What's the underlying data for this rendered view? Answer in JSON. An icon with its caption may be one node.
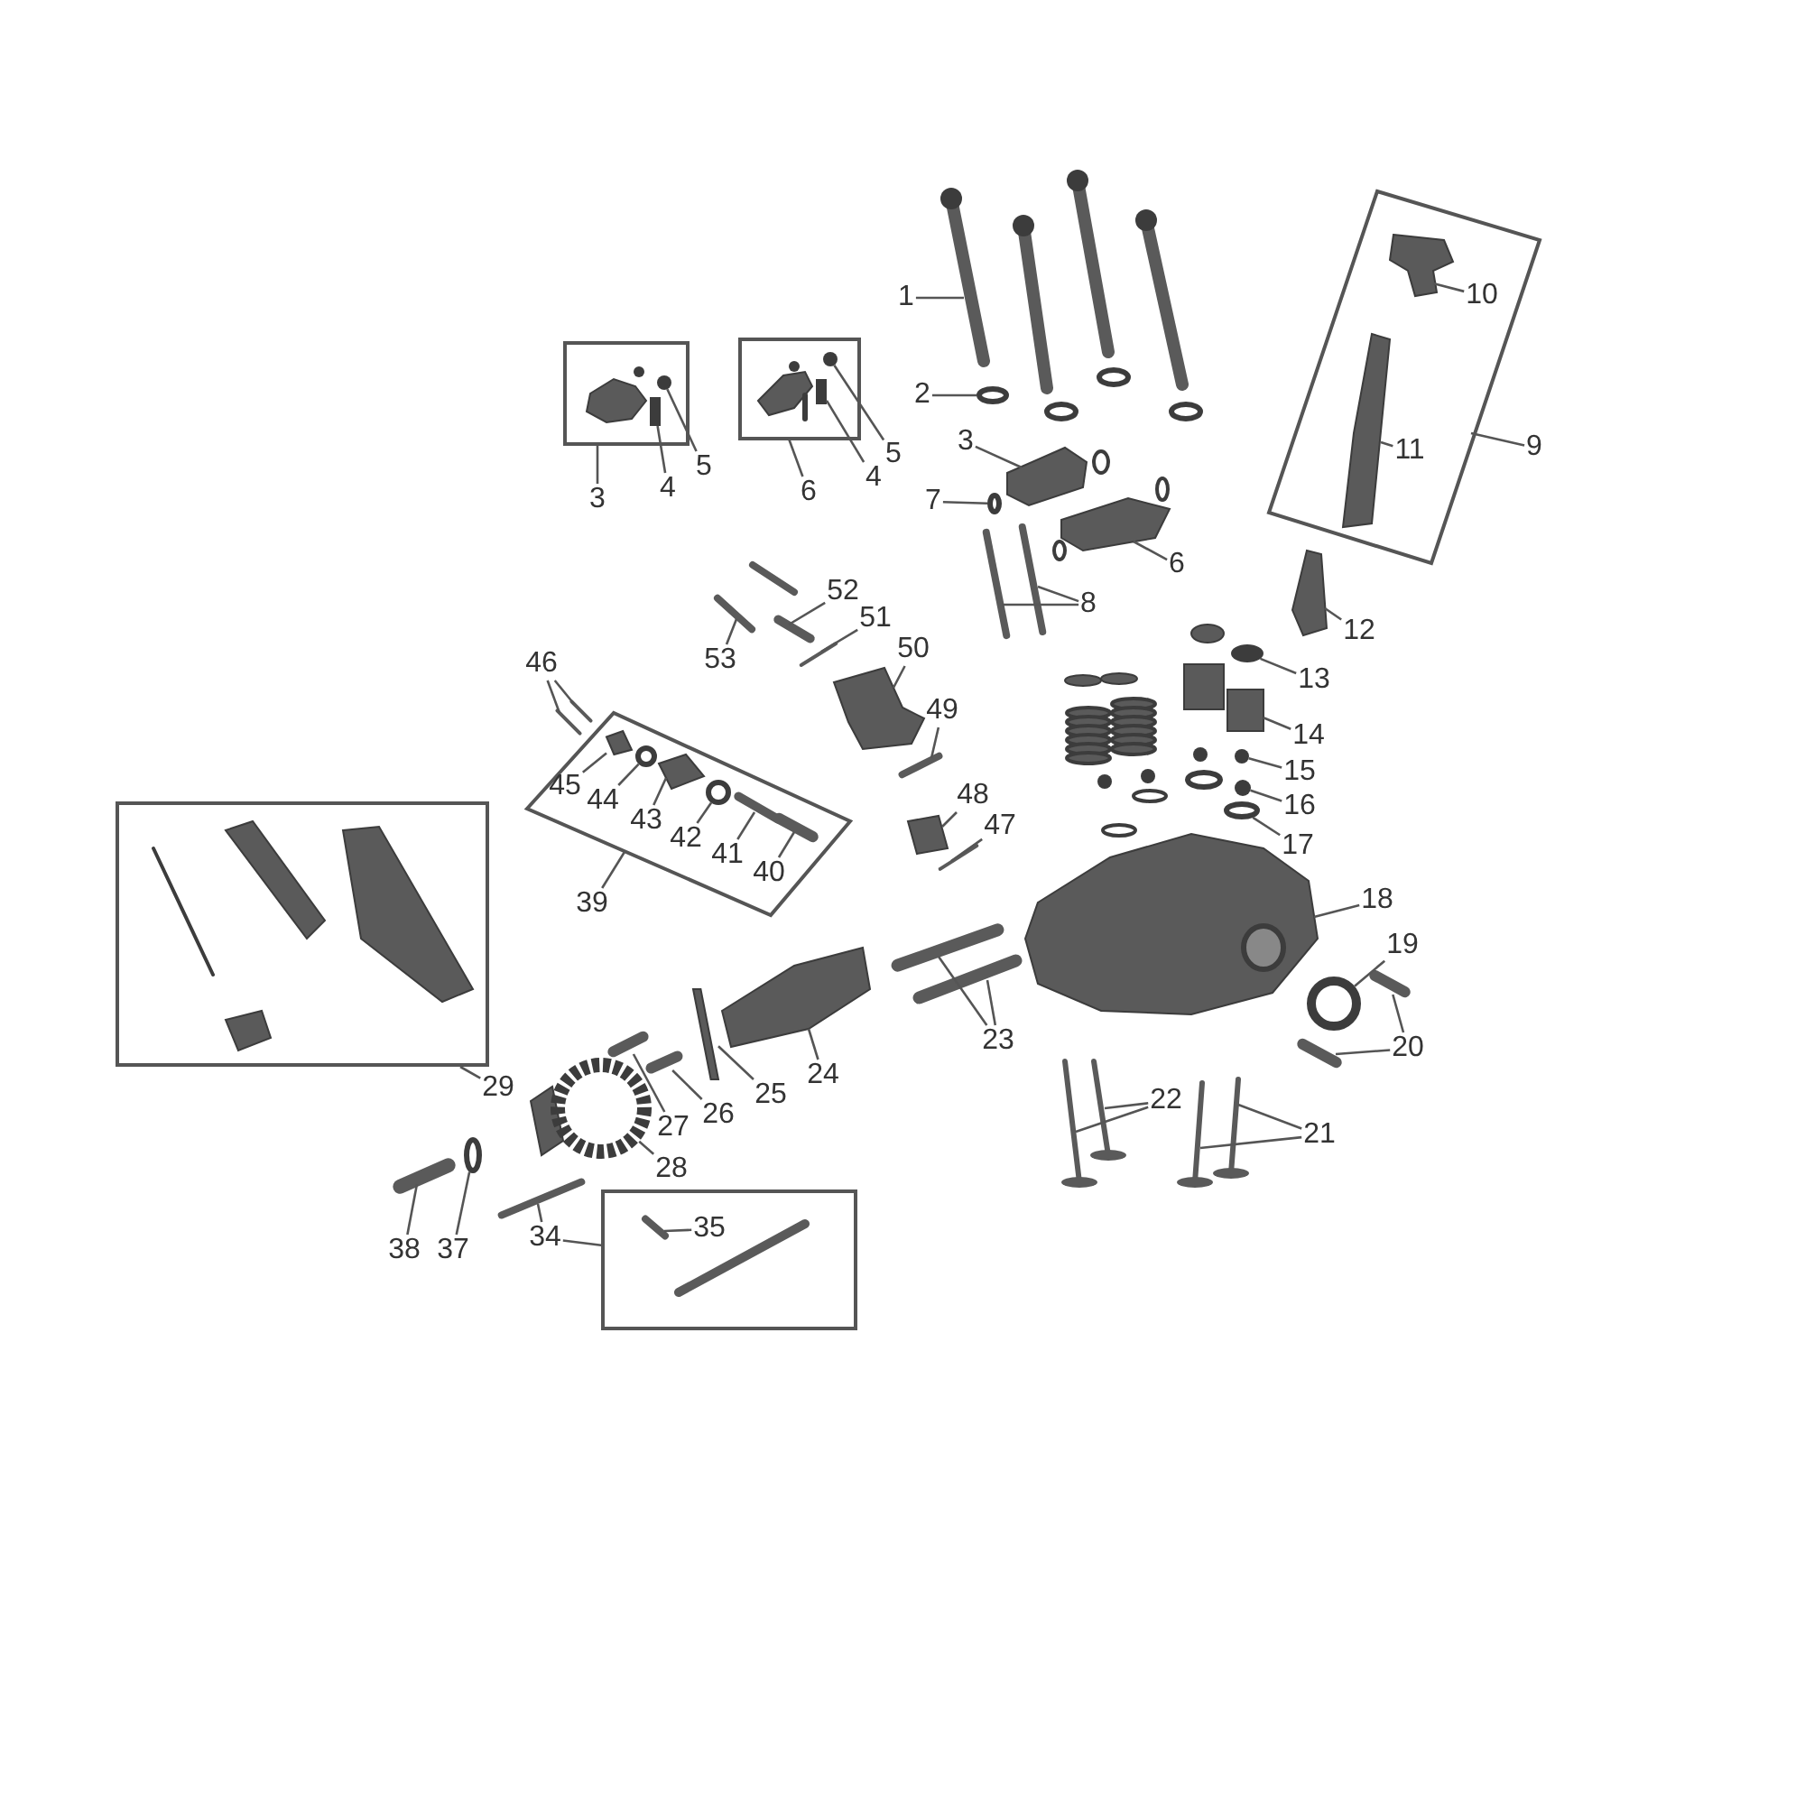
{
  "diagram": {
    "nodes": [
      {
        "text": [],
        "shape": "box"
      },
      {
        "text": [],
        "shape": "box"
      },
      {
        "text": [],
        "shape": "box"
      },
      {
        "text": [],
        "shape": "box"
      },
      {
        "text": [],
        "shape": "box"
      },
      {
        "text": [],
        "shape": "box"
      },
      {
        "text": [
          "1"
        ]
      },
      {
        "text": [
          "2"
        ]
      },
      {
        "text": [
          "3"
        ]
      },
      {
        "text": [
          "4"
        ]
      },
      {
        "text": [
          "5"
        ]
      },
      {
        "text": [
          "6"
        ]
      },
      {
        "text": [
          "4"
        ]
      },
      {
        "text": [
          "5"
        ]
      },
      {
        "text": [
          "3"
        ]
      },
      {
        "text": [
          "7"
        ]
      },
      {
        "text": [
          "6"
        ]
      },
      {
        "text": [
          "8"
        ]
      },
      {
        "text": [
          "9"
        ]
      },
      {
        "text": [
          "10"
        ],
        "in": 2
      },
      {
        "text": [
          "11"
        ],
        "in": 2
      },
      {
        "text": [
          "12"
        ]
      },
      {
        "text": [
          "13"
        ]
      },
      {
        "text": [
          "14"
        ]
      },
      {
        "text": [
          "15"
        ]
      },
      {
        "text": [
          "16"
        ]
      },
      {
        "text": [
          "17"
        ]
      },
      {
        "text": [
          "18"
        ]
      },
      {
        "text": [
          "19"
        ]
      },
      {
        "text": [
          "20"
        ]
      },
      {
        "text": [
          "21"
        ]
      },
      {
        "text": [
          "22"
        ]
      },
      {
        "text": [
          "23"
        ]
      },
      {
        "text": [
          "24"
        ]
      },
      {
        "text": [
          "25"
        ]
      },
      {
        "text": [
          "26"
        ]
      },
      {
        "text": [
          "27"
        ]
      },
      {
        "text": [
          "28"
        ]
      },
      {
        "text": [
          "29"
        ]
      },
      {
        "text": [
          "34"
        ]
      },
      {
        "text": [
          "35"
        ],
        "in": 5
      },
      {
        "text": [
          "37"
        ]
      },
      {
        "text": [
          "38"
        ]
      },
      {
        "text": [
          "39"
        ]
      },
      {
        "text": [
          "40"
        ],
        "in": 3
      },
      {
        "text": [
          "41"
        ],
        "in": 3
      },
      {
        "text": [
          "42"
        ],
        "in": 3
      },
      {
        "text": [
          "43"
        ],
        "in": 3
      },
      {
        "text": [
          "44"
        ],
        "in": 3
      },
      {
        "text": [
          "45"
        ],
        "in": 3
      },
      {
        "text": [
          "46"
        ]
      },
      {
        "text": [
          "47"
        ]
      },
      {
        "text": [
          "48"
        ]
      },
      {
        "text": [
          "49"
        ]
      },
      {
        "text": [
          "50"
        ]
      },
      {
        "text": [
          "51"
        ]
      },
      {
        "text": [
          "52"
        ]
      },
      {
        "text": [
          "53"
        ]
      },
      {
        "text": [],
        "shape": "circle",
        "in": 0
      },
      {
        "text": [],
        "shape": "bar",
        "in": 0
      },
      {
        "text": [],
        "shape": "circle",
        "in": 1
      },
      {
        "text": [],
        "shape": "bar",
        "in": 1
      },
      {
        "text": [],
        "shape": "circle"
      },
      {
        "text": [],
        "shape": "box"
      },
      {
        "text": [],
        "shape": "circle"
      },
      {
        "text": [],
        "shape": "circle"
      },
      {
        "text": [],
        "shape": "bar"
      },
      {
        "text": [],
        "shape": "bar"
      },
      {
        "text": [],
        "shape": "circle"
      },
      {
        "text": [],
        "shape": "picture",
        "in": 3
      },
      {
        "text": [],
        "shape": "circle"
      },
      {
        "text": [],
        "shape": "picture"
      },
      {
        "text": [],
        "shape": "bar"
      },
      {
        "text": [],
        "shape": "circle",
        "in": 3
      },
      {
        "text": [],
        "shape": "picture"
      },
      {
        "text": [],
        "shape": "picture"
      },
      {
        "text": [],
        "shape": "circle"
      },
      {
        "text": [],
        "shape": "picture"
      },
      {
        "text": [],
        "shape": "bar"
      },
      {
        "text": [],
        "shape": "bar"
      },
      {
        "text": [],
        "shape": "picture",
        "in": 2
      },
      {
        "text": [],
        "shape": "picture",
        "in": 2
      },
      {
        "text": [],
        "shape": "picture"
      },
      {
        "text": [],
        "shape": "circle"
      },
      {
        "text": [],
        "shape": "circle"
      },
      {
        "text": [],
        "shape": "picture"
      },
      {
        "text": [],
        "shape": "bar"
      },
      {
        "text": [],
        "shape": "picture"
      },
      {
        "text": [],
        "shape": "picture"
      },
      {
        "text": [],
        "shape": "picture"
      },
      {
        "text": [],
        "shape": "picture"
      },
      {
        "text": [],
        "shape": "bar"
      },
      {
        "text": [],
        "shape": "bar"
      },
      {
        "text": [],
        "shape": "picture"
      },
      {
        "text": [],
        "shape": "bar"
      },
      {
        "text": [],
        "shape": "bar",
        "in": 5
      },
      {
        "text": [],
        "shape": "circle"
      },
      {
        "text": [],
        "shape": "bar"
      },
      {
        "text": [],
        "shape": "bar",
        "in": 3
      },
      {
        "text": [],
        "shape": "bar",
        "in": 3
      },
      {
        "text": [],
        "shape": "circle",
        "in": 3
      },
      {
        "text": [],
        "shape": "picture",
        "in": 3
      },
      {
        "text": [],
        "shape": "bar"
      },
      {
        "text": [],
        "shape": "bar"
      },
      {
        "text": [],
        "shape": "bar"
      },
      {
        "text": [],
        "shape": "picture"
      },
      {
        "text": [],
        "shape": "bar"
      },
      {
        "text": [],
        "shape": "picture"
      },
      {
        "text": [],
        "shape": "bar"
      },
      {
        "text": [],
        "shape": "bar"
      },
      {
        "text": [],
        "shape": "bar"
      }
    ],
    "edges": [
      {
        "from": 6,
        "to": 74,
        "arrow": "none"
      },
      {
        "from": 7,
        "to": 62,
        "arrow": "none"
      },
      {
        "from": 8,
        "to": 0,
        "arrow": "none"
      },
      {
        "from": 9,
        "to": 59,
        "arrow": "none"
      },
      {
        "from": 10,
        "to": 58,
        "arrow": "none"
      },
      {
        "from": 11,
        "to": 1,
        "arrow": "none"
      },
      {
        "from": 12,
        "to": 61,
        "arrow": "none"
      },
      {
        "from": 13,
        "to": 60,
        "arrow": "none"
      },
      {
        "from": 14,
        "to": 75,
        "arrow": "none"
      },
      {
        "from": 15,
        "to": 76,
        "arrow": "none"
      },
      {
        "from": 16,
        "to": 77,
        "arrow": "none"
      },
      {
        "from": 17,
        "to": 78,
        "arrow": "none"
      },
      {
        "from": 17,
        "to": 79,
        "arrow": "none"
      },
      {
        "from": 18,
        "to": 2,
        "arrow": "none"
      },
      {
        "from": 19,
        "to": 80,
        "arrow": "none"
      },
      {
        "from": 20,
        "to": 81,
        "arrow": "none"
      },
      {
        "from": 21,
        "to": 82,
        "arrow": "none"
      },
      {
        "from": 22,
        "to": 83,
        "arrow": "none"
      },
      {
        "from": 23,
        "to": 63,
        "arrow": "none"
      },
      {
        "from": 24,
        "to": 84,
        "arrow": "none"
      },
      {
        "from": 25,
        "to": 64,
        "arrow": "none"
      },
      {
        "from": 26,
        "to": 65,
        "arrow": "none"
      },
      {
        "from": 27,
        "to": 85,
        "arrow": "none"
      },
      {
        "from": 28,
        "to": 70,
        "arrow": "none"
      },
      {
        "from": 29,
        "to": 66,
        "arrow": "none"
      },
      {
        "from": 29,
        "to": 86,
        "arrow": "none"
      },
      {
        "from": 30,
        "to": 88,
        "arrow": "none"
      },
      {
        "from": 30,
        "to": 87,
        "arrow": "none"
      },
      {
        "from": 31,
        "to": 90,
        "arrow": "none"
      },
      {
        "from": 31,
        "to": 89,
        "arrow": "none"
      },
      {
        "from": 32,
        "to": 91,
        "arrow": "none"
      },
      {
        "from": 32,
        "to": 92,
        "arrow": "none"
      },
      {
        "from": 33,
        "to": 93,
        "arrow": "none"
      },
      {
        "from": 34,
        "to": 71,
        "arrow": "none"
      },
      {
        "from": 35,
        "to": 67,
        "arrow": "none"
      },
      {
        "from": 36,
        "to": 72,
        "arrow": "none"
      },
      {
        "from": 37,
        "to": 68,
        "arrow": "none"
      },
      {
        "from": 38,
        "to": 4,
        "arrow": "none"
      },
      {
        "from": 39,
        "to": 94,
        "arrow": "none"
      },
      {
        "from": 39,
        "to": 5,
        "arrow": "none"
      },
      {
        "from": 40,
        "to": 95,
        "arrow": "none"
      },
      {
        "from": 41,
        "to": 96,
        "arrow": "none"
      },
      {
        "from": 42,
        "to": 97,
        "arrow": "none"
      },
      {
        "from": 43,
        "to": 3,
        "arrow": "none"
      },
      {
        "from": 44,
        "to": 98,
        "arrow": "none"
      },
      {
        "from": 45,
        "to": 99,
        "arrow": "none"
      },
      {
        "from": 46,
        "to": 100,
        "arrow": "none"
      },
      {
        "from": 47,
        "to": 101,
        "arrow": "none"
      },
      {
        "from": 48,
        "to": 73,
        "arrow": "none"
      },
      {
        "from": 49,
        "to": 69,
        "arrow": "none"
      },
      {
        "from": 50,
        "to": 102,
        "arrow": "none"
      },
      {
        "from": 50,
        "to": 103,
        "arrow": "none"
      },
      {
        "from": 51,
        "to": 104,
        "arrow": "none"
      },
      {
        "from": 52,
        "to": 105,
        "arrow": "none"
      },
      {
        "from": 53,
        "to": 106,
        "arrow": "none"
      },
      {
        "from": 54,
        "to": 107,
        "arrow": "none"
      },
      {
        "from": 55,
        "to": 108,
        "arrow": "none"
      },
      {
        "from": 56,
        "to": 109,
        "arrow": "none"
      },
      {
        "from": 57,
        "to": 110,
        "arrow": "none"
      }
    ]
  }
}
